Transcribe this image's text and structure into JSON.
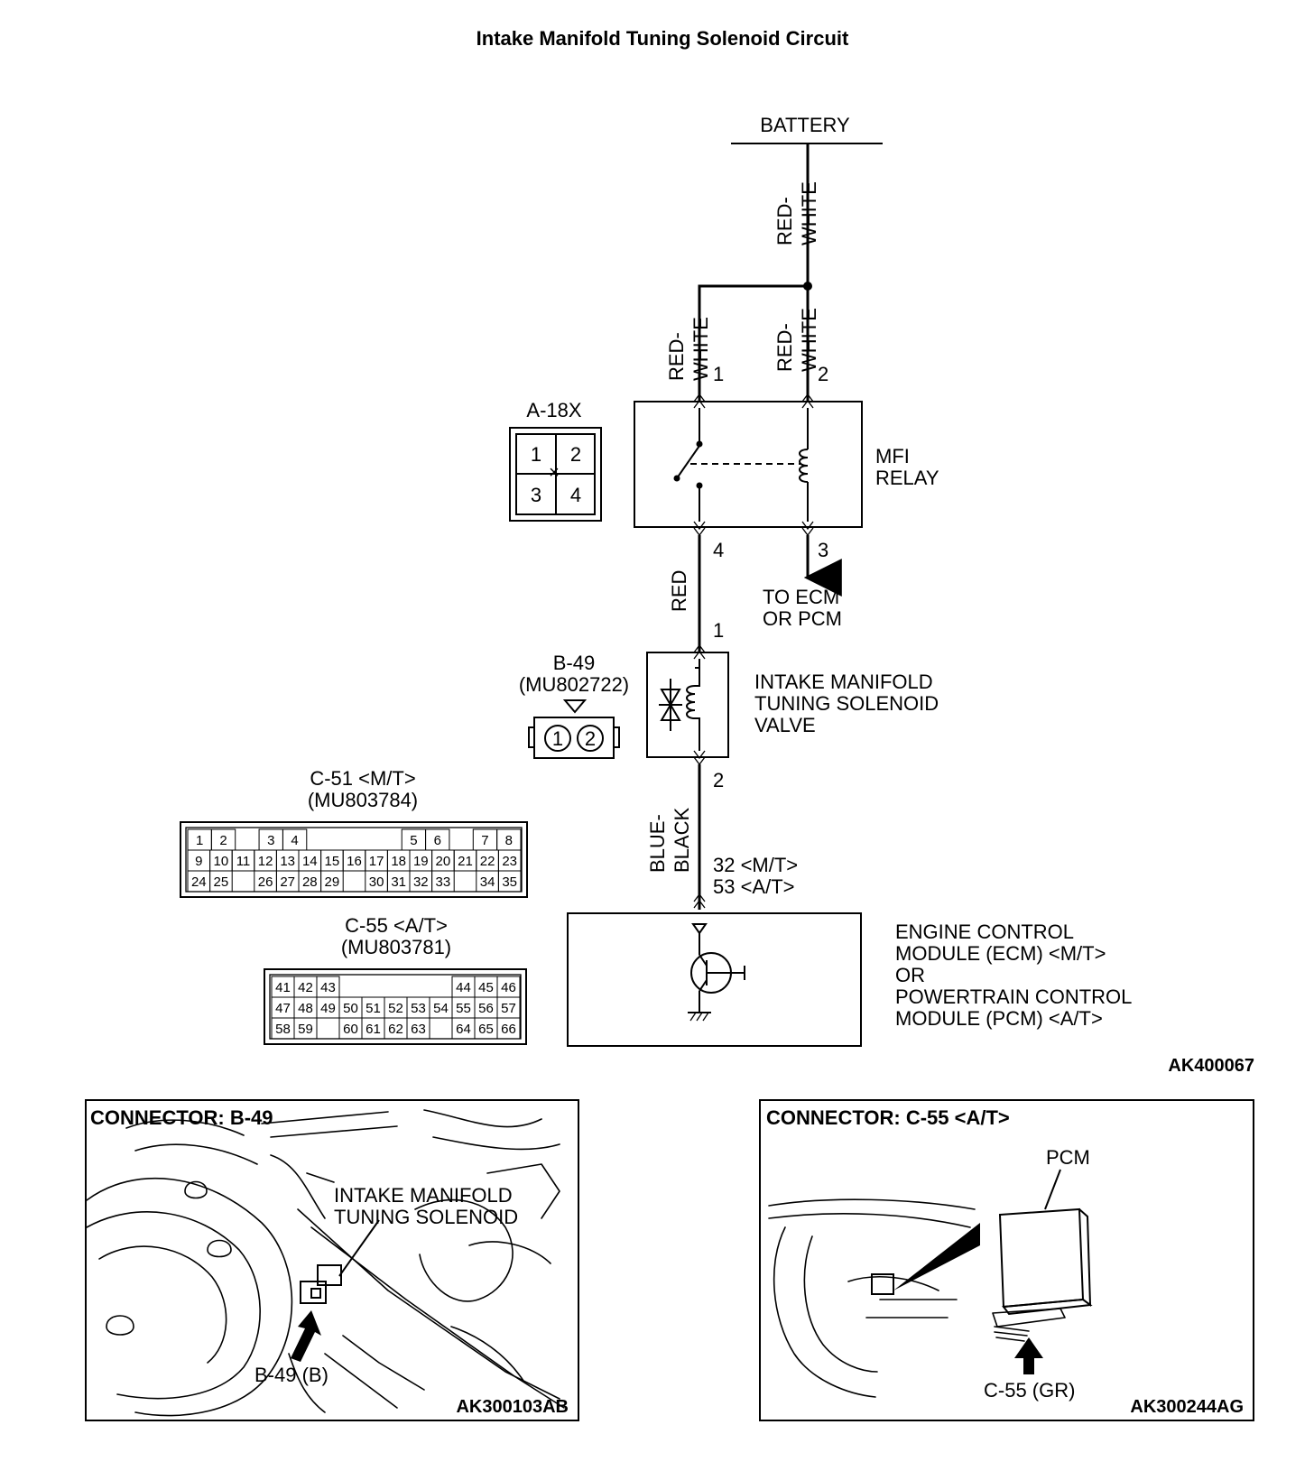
{
  "title": "Intake Manifold Tuning Solenoid Circuit",
  "battery": "BATTERY",
  "wires": {
    "battery_to_junction": [
      "RED-",
      "WHITE"
    ],
    "junction_to_pin1": [
      "RED-",
      "WHITE"
    ],
    "junction_to_pin2": [
      "RED-",
      "WHITE"
    ],
    "relay_to_solenoid": "RED",
    "solenoid_to_ecm": [
      "BLUE-",
      "BLACK"
    ]
  },
  "mfi_relay": {
    "label": [
      "MFI",
      "RELAY"
    ],
    "pins": {
      "p1": "1",
      "p2": "2",
      "p3": "3",
      "p4": "4"
    },
    "to_ecm": [
      "TO ECM",
      "OR PCM"
    ]
  },
  "connector_a18x": {
    "label": "A-18X",
    "pins": [
      "1",
      "2",
      "3",
      "4"
    ]
  },
  "connector_b49": {
    "label": "B-49",
    "part": "(MU802722)",
    "pins": [
      "1",
      "2"
    ]
  },
  "solenoid": {
    "label": [
      "INTAKE MANIFOLD",
      "TUNING SOLENOID",
      "VALVE"
    ],
    "pin_top": "1",
    "pin_bottom": "2"
  },
  "ecm_pins": [
    "32 <M/T>",
    "53 <A/T>"
  ],
  "ecm": {
    "label": [
      "ENGINE CONTROL",
      "MODULE (ECM) <M/T>",
      "OR",
      "POWERTRAIN CONTROL",
      "MODULE (PCM) <A/T>"
    ]
  },
  "connector_c51": {
    "label": "C-51 <M/T>",
    "part": "(MU803784)",
    "rows": [
      [
        "1",
        "2",
        "",
        "3",
        "4",
        "",
        "",
        "",
        "",
        "5",
        "6",
        "",
        "7",
        "8"
      ],
      [
        "9",
        "10",
        "11",
        "12",
        "13",
        "14",
        "15",
        "16",
        "17",
        "18",
        "19",
        "20",
        "21",
        "22",
        "23"
      ],
      [
        "24",
        "25",
        "",
        "26",
        "27",
        "28",
        "29",
        "",
        "30",
        "31",
        "32",
        "33",
        "",
        "34",
        "35"
      ]
    ]
  },
  "connector_c55": {
    "label": "C-55 <A/T>",
    "part": "(MU803781)",
    "rows": [
      [
        "41",
        "42",
        "43",
        "",
        "",
        "",
        "",
        "",
        "44",
        "45",
        "46"
      ],
      [
        "47",
        "48",
        "49",
        "50",
        "51",
        "52",
        "53",
        "54",
        "55",
        "56",
        "57"
      ],
      [
        "58",
        "59",
        "",
        "60",
        "61",
        "62",
        "63",
        "",
        "64",
        "65",
        "66"
      ]
    ]
  },
  "figure_code": "AK400067",
  "panel_b49": {
    "title": "CONNECTOR: B-49",
    "callout": [
      "INTAKE MANIFOLD",
      "TUNING SOLENOID"
    ],
    "pointer": "B-49 (B)",
    "code": "AK300103AB"
  },
  "panel_c55": {
    "title": "CONNECTOR: C-55 <A/T>",
    "pcm": "PCM",
    "pointer": "C-55 (GR)",
    "code": "AK300244AG"
  }
}
